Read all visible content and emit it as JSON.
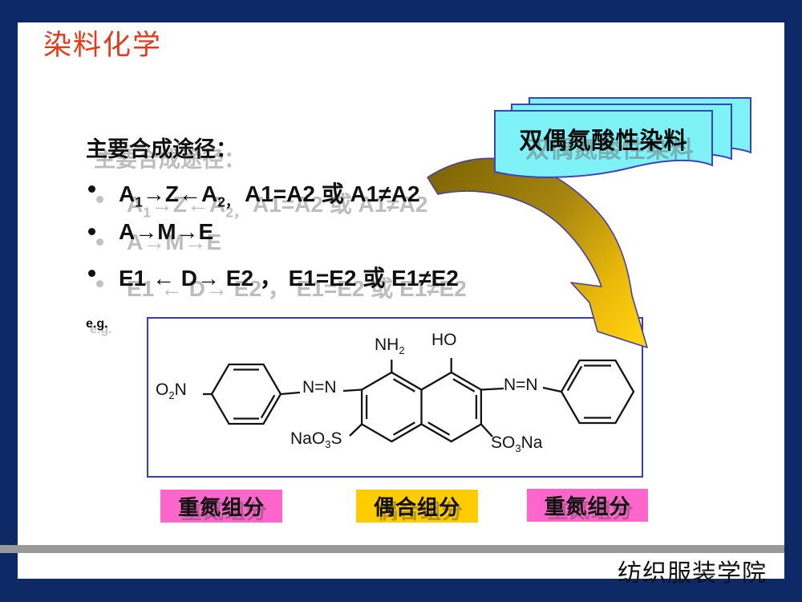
{
  "header": {
    "title": "染料化学",
    "title_color": "#e53a1a"
  },
  "frame": {
    "navy": "#0e2a66",
    "rule_gray": "#999999"
  },
  "content": {
    "heading": "主要合成途径：",
    "bullets": [
      {
        "parts": [
          {
            "t": "A"
          },
          {
            "t": "1",
            "sub": true
          },
          {
            "t": "→Z←A"
          },
          {
            "t": "2",
            "sub": true
          },
          {
            "t": "，",
            "sub": true
          },
          {
            "t": "  A1=A2 或 A1≠A2"
          }
        ]
      },
      {
        "parts": [
          {
            "t": "A→M→E"
          }
        ]
      },
      {
        "parts": [
          {
            "t": "E1 ← D→ E2 ， E1=E2 或 E1≠E2"
          }
        ]
      }
    ],
    "example_label": "e.g."
  },
  "callout": {
    "label": "双偶氮酸性染料",
    "fill": "#7ff2f8",
    "border": "#3b43c4"
  },
  "arrow": {
    "color_start": "#7e6605",
    "color_end": "#ffd20e",
    "outline": "#4a3fa0"
  },
  "structure": {
    "box_border": "#3a3ac8",
    "labels": [
      {
        "id": "o2n",
        "parts": [
          {
            "t": "O"
          },
          {
            "t": "2",
            "sub": true
          },
          {
            "t": "N"
          }
        ]
      },
      {
        "id": "azo1",
        "parts": [
          {
            "t": "N=N"
          }
        ]
      },
      {
        "id": "nh2",
        "parts": [
          {
            "t": "NH"
          },
          {
            "t": "2",
            "sub": true
          }
        ]
      },
      {
        "id": "ho",
        "parts": [
          {
            "t": "HO"
          }
        ]
      },
      {
        "id": "azo2",
        "parts": [
          {
            "t": "N=N"
          }
        ]
      },
      {
        "id": "nao3s",
        "parts": [
          {
            "t": "NaO"
          },
          {
            "t": "3",
            "sub": true
          },
          {
            "t": "S"
          }
        ]
      },
      {
        "id": "so3na",
        "parts": [
          {
            "t": "SO"
          },
          {
            "t": "3",
            "sub": true
          },
          {
            "t": "Na"
          }
        ]
      }
    ]
  },
  "component_labels": [
    {
      "text": "重氮组分",
      "bg": "#ff66cc"
    },
    {
      "text": "偶合组分",
      "bg": "#ffcc00"
    },
    {
      "text": "重氮组分",
      "bg": "#ff66cc"
    }
  ],
  "footer": {
    "school": "纺织服装学院"
  }
}
